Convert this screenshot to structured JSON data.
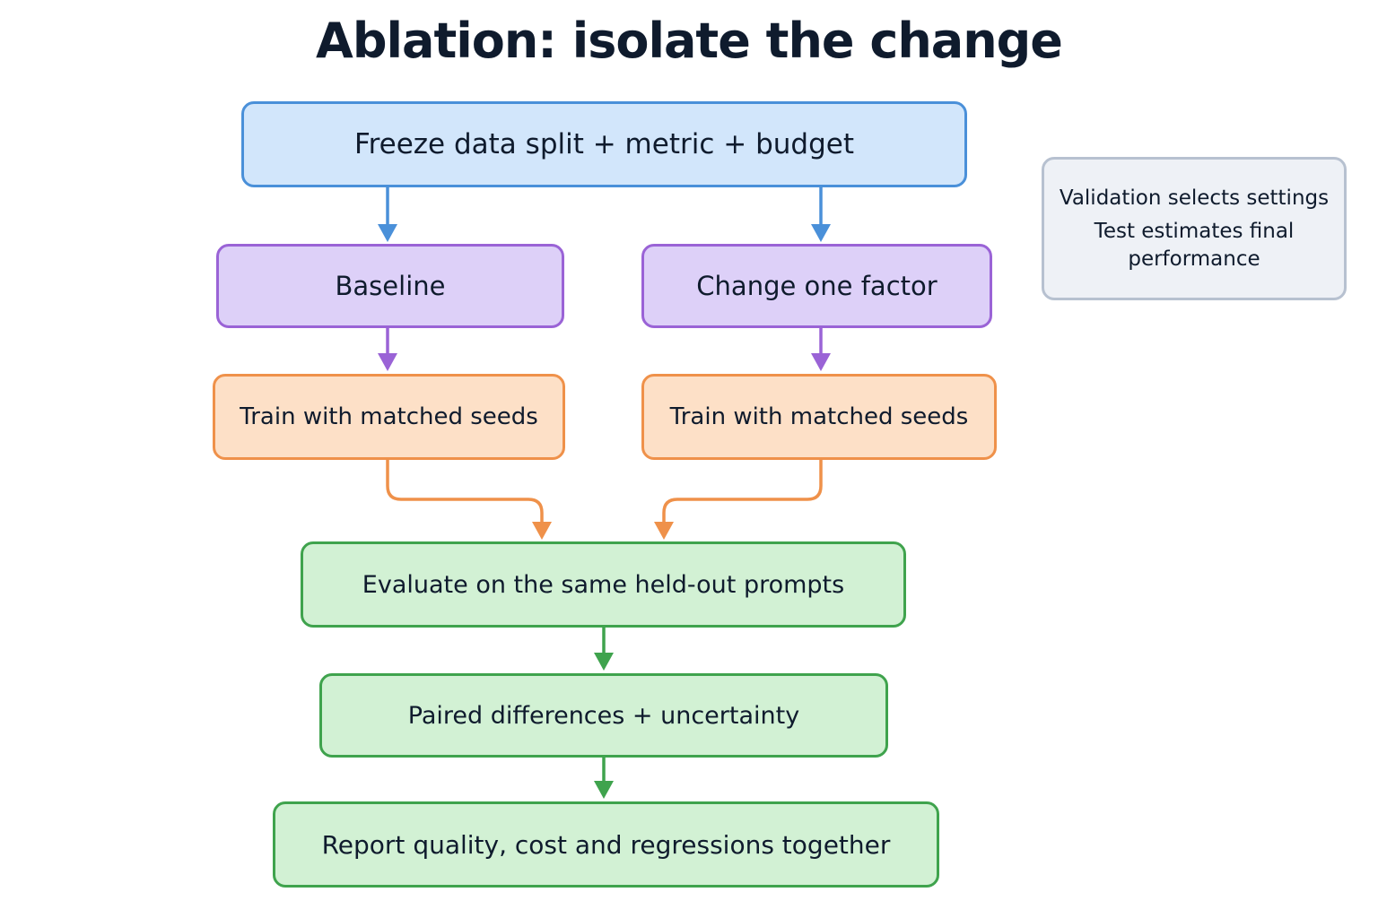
{
  "title": "Ablation: isolate the change",
  "nodes": {
    "freeze": "Freeze data split + metric + budget",
    "baseline": "Baseline",
    "change": "Change one factor",
    "train_baseline": "Train with matched seeds",
    "train_change": "Train with matched seeds",
    "evaluate": "Evaluate on the same held-out prompts",
    "paired": "Paired differences + uncertainty",
    "report": "Report quality, cost and regressions together"
  },
  "note": {
    "line1": "Validation selects settings",
    "line2": "Test estimates final",
    "line3": "performance"
  },
  "colors": {
    "blue": "#4a90d9",
    "purple": "#9a63d6",
    "orange": "#ef914a",
    "green": "#3fa34d",
    "note_border": "#b7c1d0"
  }
}
